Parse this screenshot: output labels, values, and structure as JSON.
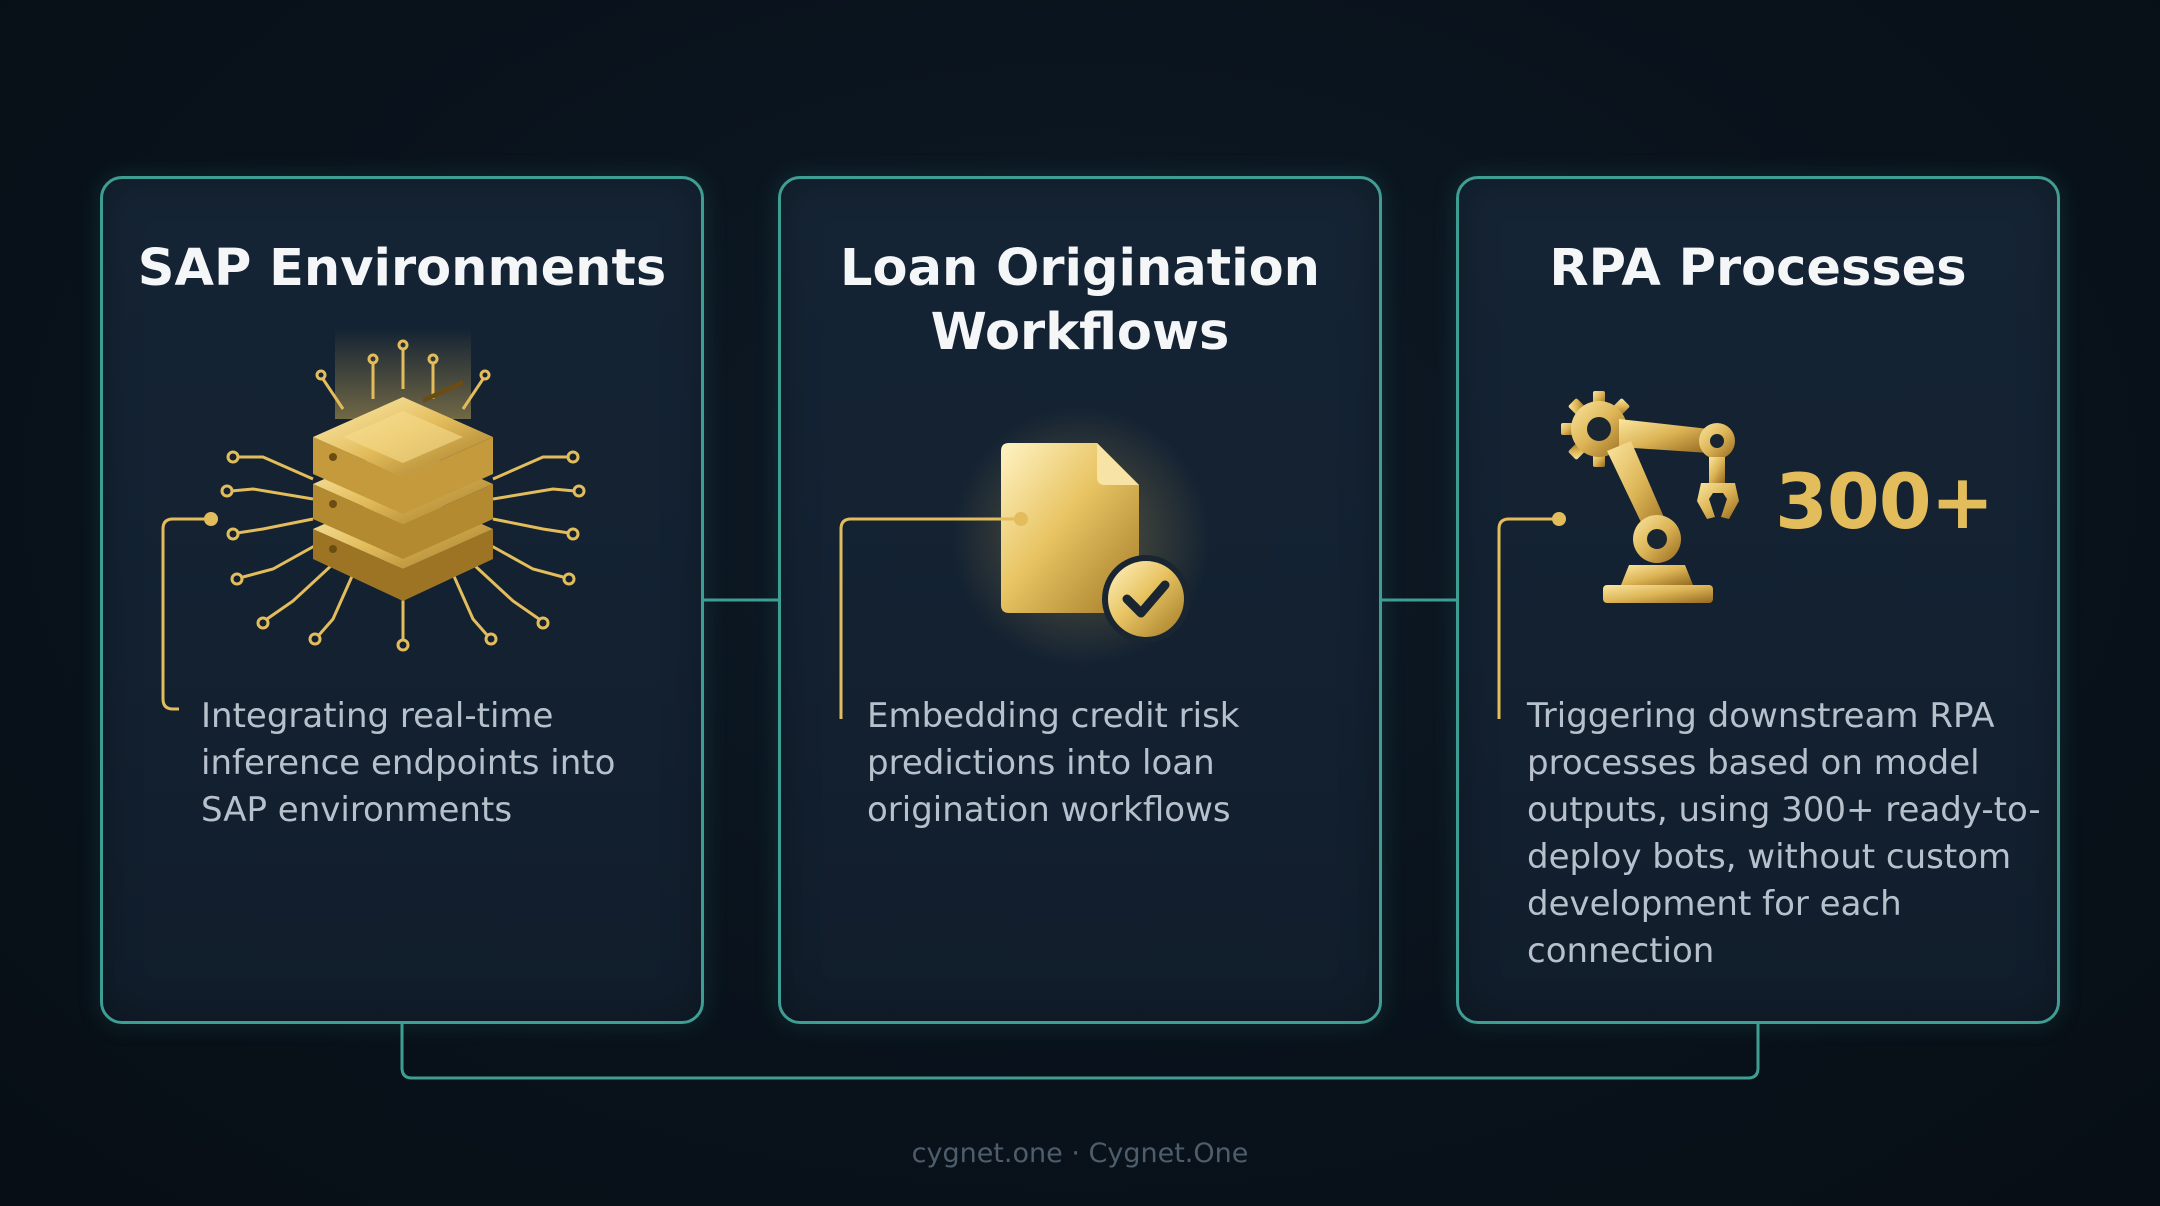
{
  "cards": [
    {
      "title": "SAP Environments",
      "icon": "server-circuit-icon",
      "description": "Integrating real-time inference endpoints into SAP environments"
    },
    {
      "title": "Loan Origination Workflows",
      "icon": "document-check-icon",
      "description": "Embedding credit risk predictions into loan origination workflows"
    },
    {
      "title": "RPA Processes",
      "icon": "robot-arm-icon",
      "badge": "300+",
      "description": "Triggering downstream RPA processes based on model outputs, using 300+ ready-to-deploy bots, without custom development for each connection"
    }
  ],
  "footer": {
    "domain": "cygnet.one",
    "separator": "·",
    "brand": "Cygnet.One"
  },
  "colors": {
    "background": "#09121b",
    "card_border": "#3f9e93",
    "gold": "#e3bd5c",
    "text": "#b7c1cc"
  }
}
